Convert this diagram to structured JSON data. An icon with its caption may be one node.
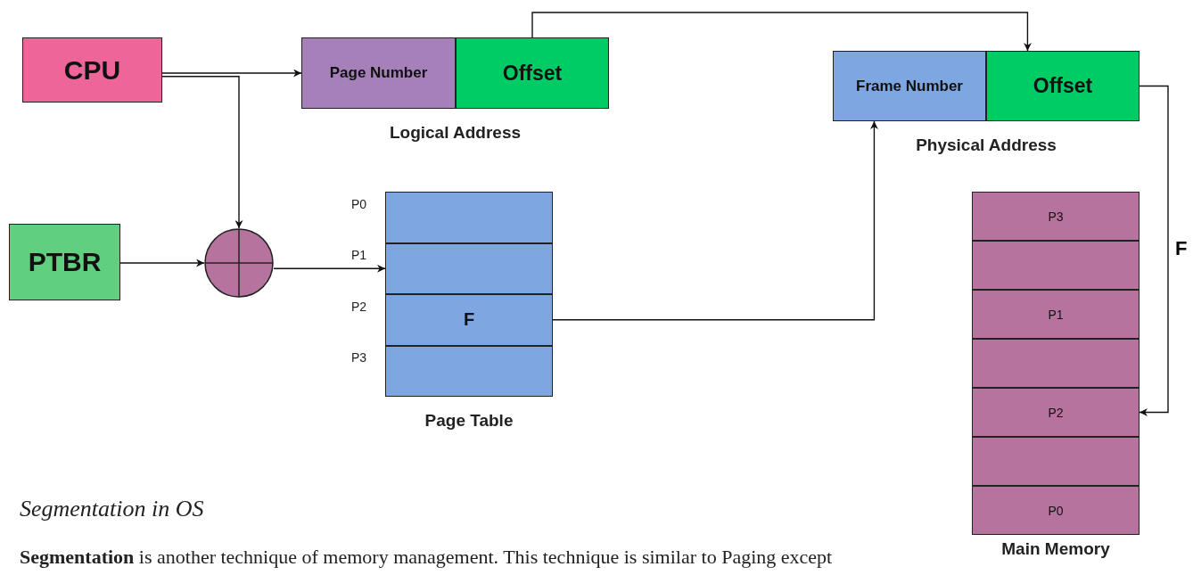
{
  "diagram": {
    "nodes": [
      {
        "text": [
          "CPU"
        ]
      },
      {
        "text": [
          "Logical Address"
        ]
      },
      {
        "text": [
          "Page Number"
        ],
        "in": 1
      },
      {
        "text": [
          "Offset"
        ],
        "in": 1
      },
      {
        "text": [
          "Physical Address"
        ]
      },
      {
        "text": [
          "Frame Number"
        ],
        "in": 4
      },
      {
        "text": [
          "Offset"
        ],
        "in": 4
      },
      {
        "text": [
          "PTBR"
        ]
      },
      {
        "text": [],
        "shape": "circle"
      },
      {
        "text": [
          "Page Table"
        ]
      },
      {
        "text": [],
        "shape": "box",
        "in": 9,
        "beside": [
          "P0"
        ]
      },
      {
        "text": [],
        "shape": "box",
        "in": 9,
        "beside": [
          "P1"
        ]
      },
      {
        "text": [
          "F"
        ],
        "in": 9,
        "beside": [
          "P2"
        ]
      },
      {
        "text": [],
        "shape": "box",
        "in": 9,
        "beside": [
          "P3"
        ]
      },
      {
        "text": [
          "Main Memory"
        ]
      },
      {
        "text": [
          "P3"
        ],
        "in": 14
      },
      {
        "text": [],
        "shape": "box",
        "in": 14
      },
      {
        "text": [
          "P1"
        ],
        "in": 14
      },
      {
        "text": [],
        "shape": "box",
        "in": 14
      },
      {
        "text": [
          "P2"
        ],
        "in": 14
      },
      {
        "text": [],
        "shape": "box",
        "in": 14
      },
      {
        "text": [
          "P0"
        ],
        "in": 14
      }
    ],
    "edges": [
      {
        "from": 0,
        "to": 2,
        "arrow": "to"
      },
      {
        "from": 0,
        "to": 8,
        "arrow": "to"
      },
      {
        "from": 7,
        "to": 8,
        "arrow": "to"
      },
      {
        "from": 8,
        "to": 11,
        "arrow": "to"
      },
      {
        "from": 3,
        "to": 6,
        "arrow": "to"
      },
      {
        "from": 12,
        "to": 5,
        "arrow": "to"
      },
      {
        "from": 6,
        "to": 19,
        "label": "F",
        "arrow": "to"
      }
    ],
    "labels": [
      "Segmentation in OS",
      "**Segmentation** is another technique of memory management. This technique is similar to Paging except"
    ]
  }
}
